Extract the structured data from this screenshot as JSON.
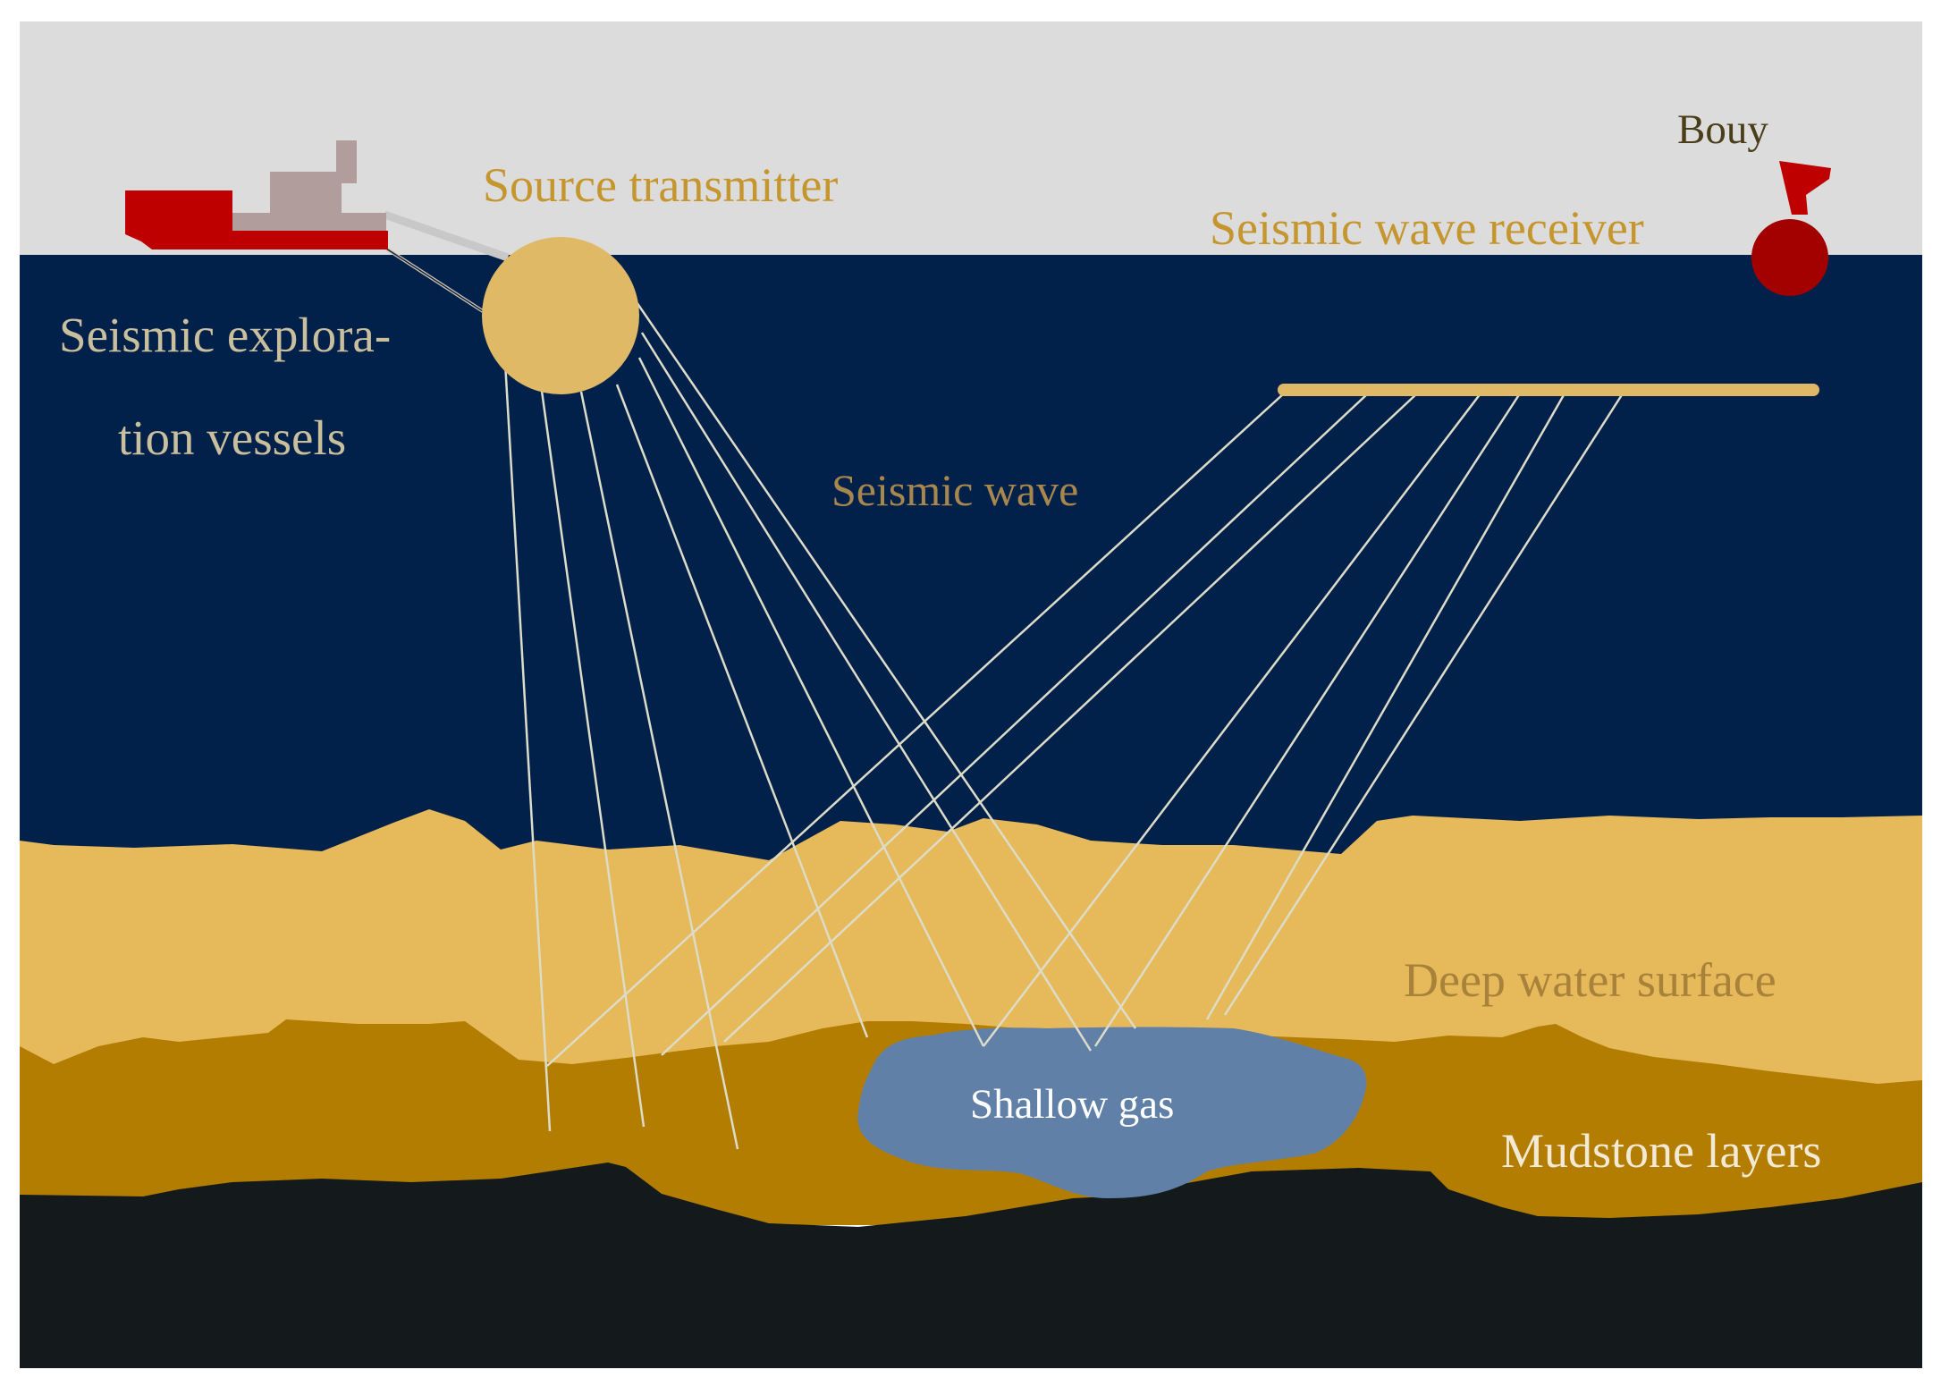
{
  "labels": {
    "source_transmitter": "Source transmitter",
    "bouy": "Bouy",
    "seismic_wave_receiver": "Seismic wave receiver",
    "vessel_line1": "Seismic explora-",
    "vessel_line2": "tion vessels",
    "seismic_wave": "Seismic wave",
    "deep_water_surface": "Deep water surface",
    "shallow_gas": "Shallow gas",
    "mudstone_layers": "Mudstone layers"
  },
  "colors": {
    "sky": "#dcdcdc",
    "ocean": "#01214b",
    "sediment": "#e6b95a",
    "mudstone": "#b27d00",
    "bedrock": "#141a1b",
    "gas": "#6180a8",
    "vessel_hull": "#bf0000",
    "vessel_cabin": "#b29d9d",
    "transmitter": "#e0b967",
    "buoy": "#a30000",
    "ray": "#dcdcc8",
    "label_gold": "#c6962e",
    "label_tan": "#c9bf9d",
    "label_dark": "#4a3d1a",
    "label_white": "#ffffff"
  }
}
